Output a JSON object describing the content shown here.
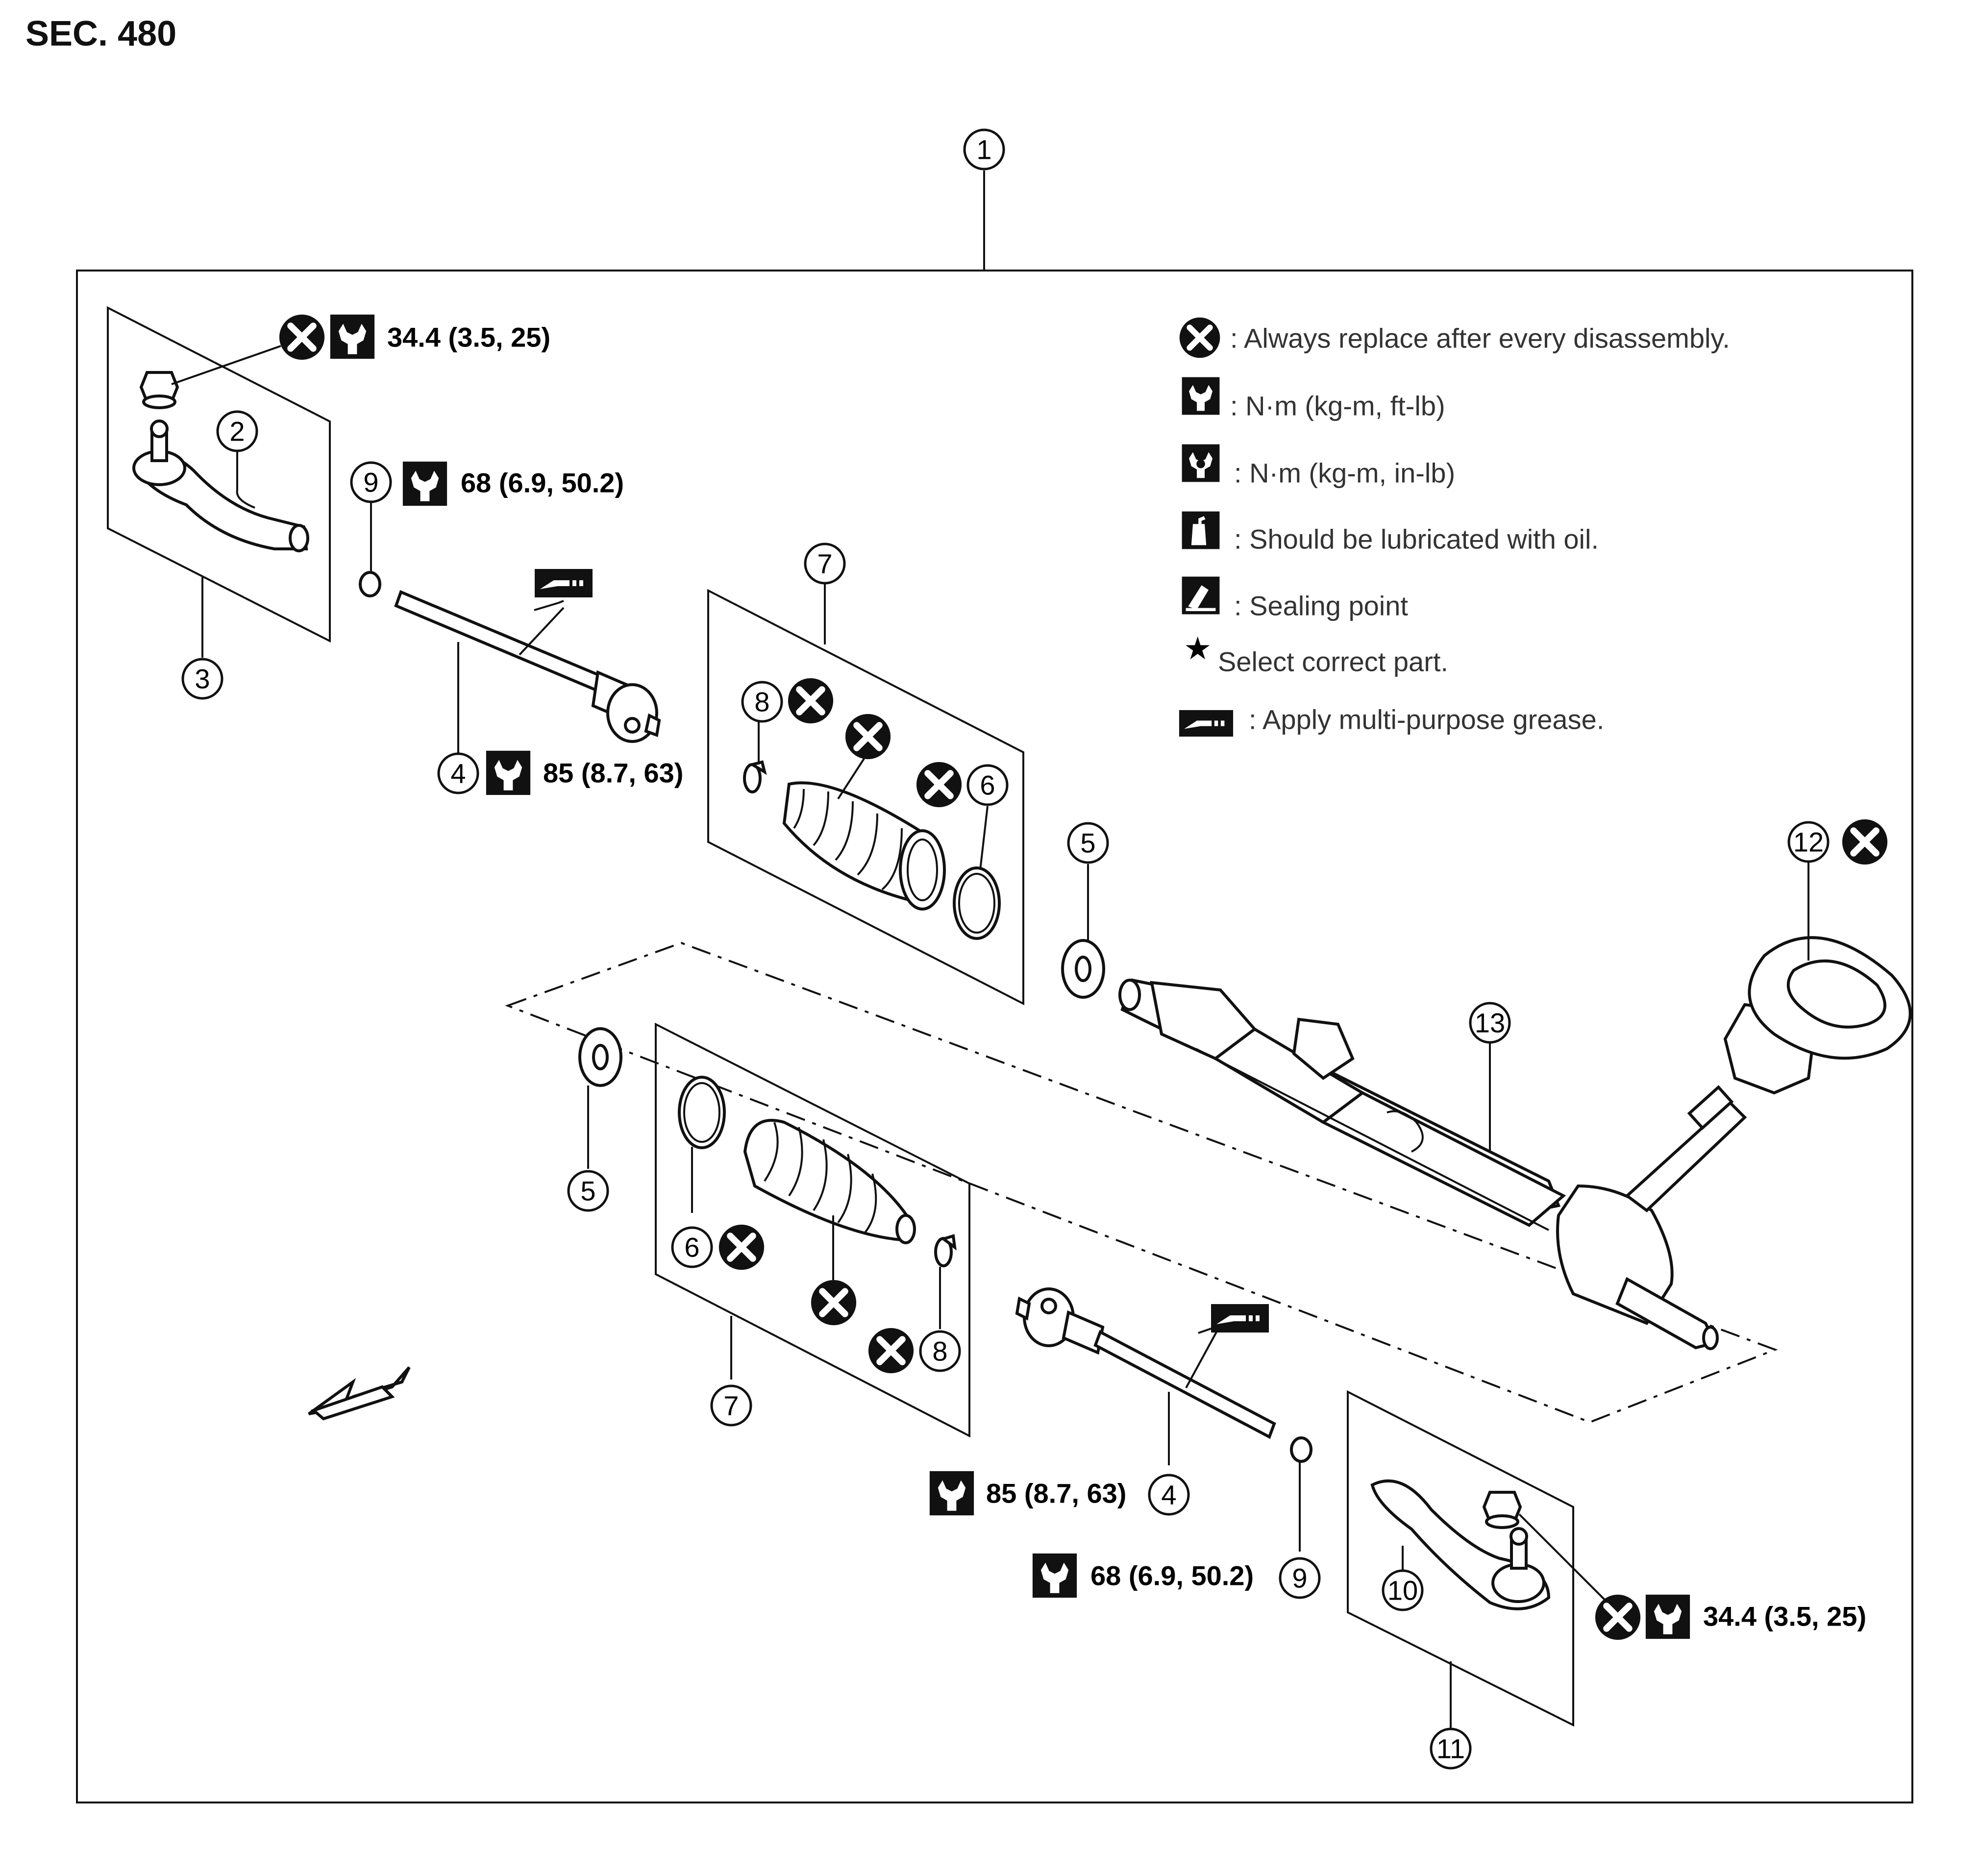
{
  "section_label": "SEC. 480",
  "legend": [
    {
      "icon": "replace-x-icon",
      "text": ": Always replace after every disassembly."
    },
    {
      "icon": "torque-wrench-icon",
      "text": ": N·m (kg-m, ft-lb)"
    },
    {
      "icon": "torque-wrench-dark-icon",
      "text": ": N·m (kg-m, in-lb)"
    },
    {
      "icon": "oil-can-icon",
      "text": ": Should be lubricated with oil."
    },
    {
      "icon": "sealing-point-icon",
      "text": ": Sealing point"
    },
    {
      "icon": "star-icon",
      "text": "Select correct part."
    },
    {
      "icon": "grease-icon",
      "text": ": Apply multi-purpose grease."
    }
  ],
  "callouts": [
    "1",
    "2",
    "3",
    "4",
    "5",
    "6",
    "7",
    "8",
    "9",
    "10",
    "11",
    "12",
    "13"
  ],
  "torques": {
    "nut_upper": "34.4 (3.5, 25)",
    "nut_lower": "34.4 (3.5, 25)",
    "locknut_upper": "68 (6.9, 50.2)",
    "locknut_lower": "68 (6.9, 50.2)",
    "innerrod_upper": "85 (8.7, 63)",
    "innerrod_lower": "85 (8.7, 63)"
  }
}
